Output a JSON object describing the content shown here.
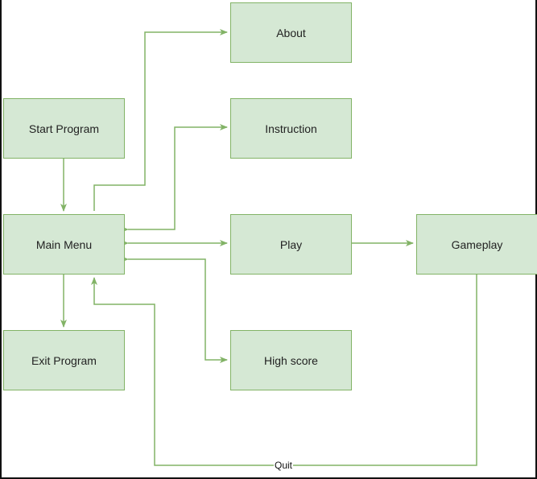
{
  "colors": {
    "node_fill": "#d5e8d4",
    "node_border": "#82b366",
    "edge": "#82b366",
    "text": "#222222",
    "frame": "#111111"
  },
  "nodes": {
    "about": "About",
    "start_program": "Start Program",
    "instruction": "Instruction",
    "main_menu": "Main Menu",
    "play": "Play",
    "gameplay": "Gameplay",
    "exit_program": "Exit Program",
    "high_score": "High score"
  },
  "edges": [
    {
      "from": "start_program",
      "to": "main_menu"
    },
    {
      "from": "main_menu",
      "to": "about"
    },
    {
      "from": "main_menu",
      "to": "instruction",
      "bidirectional": true
    },
    {
      "from": "main_menu",
      "to": "play",
      "bidirectional": true
    },
    {
      "from": "main_menu",
      "to": "high_score",
      "bidirectional": true
    },
    {
      "from": "main_menu",
      "to": "exit_program"
    },
    {
      "from": "play",
      "to": "gameplay"
    },
    {
      "from": "gameplay",
      "to": "main_menu",
      "label": "Quit"
    }
  ],
  "edge_labels": {
    "quit": "Quit"
  }
}
